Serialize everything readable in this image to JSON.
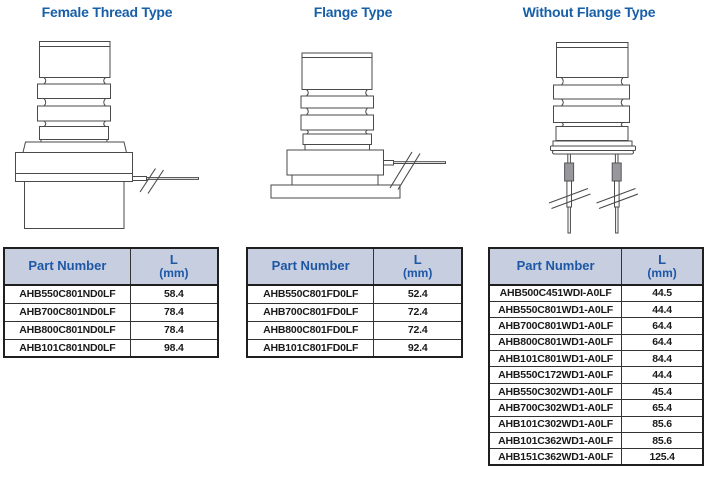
{
  "colors": {
    "accent_blue": "#175fa8",
    "table_header_bg": "#c6cee0",
    "table_header_text": "#1d57a5",
    "table_border": "#1f1f1f",
    "diagram_line": "#4a4a4a",
    "ferrule_gray": "#98989c"
  },
  "sections": [
    {
      "title": "Female Thread Type",
      "table": {
        "part_number_header": "Part Number",
        "l_header": "L",
        "l_unit": "(mm)",
        "rows": [
          {
            "part": "AHB550C801ND0LF",
            "l": "58.4"
          },
          {
            "part": "AHB700C801ND0LF",
            "l": "78.4"
          },
          {
            "part": "AHB800C801ND0LF",
            "l": "78.4"
          },
          {
            "part": "AHB101C801ND0LF",
            "l": "98.4"
          }
        ]
      }
    },
    {
      "title": "Flange Type",
      "table": {
        "part_number_header": "Part Number",
        "l_header": "L",
        "l_unit": "(mm)",
        "rows": [
          {
            "part": "AHB550C801FD0LF",
            "l": "52.4"
          },
          {
            "part": "AHB700C801FD0LF",
            "l": "72.4"
          },
          {
            "part": "AHB800C801FD0LF",
            "l": "72.4"
          },
          {
            "part": "AHB101C801FD0LF",
            "l": "92.4"
          }
        ]
      }
    },
    {
      "title": "Without Flange Type",
      "table": {
        "part_number_header": "Part Number",
        "l_header": "L",
        "l_unit": "(mm)",
        "rows": [
          {
            "part": "AHB500C451WDI-A0LF",
            "l": "44.5"
          },
          {
            "part": "AHB550C801WD1-A0LF",
            "l": "44.4"
          },
          {
            "part": "AHB700C801WD1-A0LF",
            "l": "64.4"
          },
          {
            "part": "AHB800C801WD1-A0LF",
            "l": "64.4"
          },
          {
            "part": "AHB101C801WD1-A0LF",
            "l": "84.4"
          },
          {
            "part": "AHB550C172WD1-A0LF",
            "l": "44.4"
          },
          {
            "part": "AHB550C302WD1-A0LF",
            "l": "45.4"
          },
          {
            "part": "AHB700C302WD1-A0LF",
            "l": "65.4"
          },
          {
            "part": "AHB101C302WD1-A0LF",
            "l": "85.6"
          },
          {
            "part": "AHB101C362WD1-A0LF",
            "l": "85.6"
          },
          {
            "part": "AHB151C362WD1-A0LF",
            "l": "125.4"
          }
        ]
      }
    }
  ]
}
